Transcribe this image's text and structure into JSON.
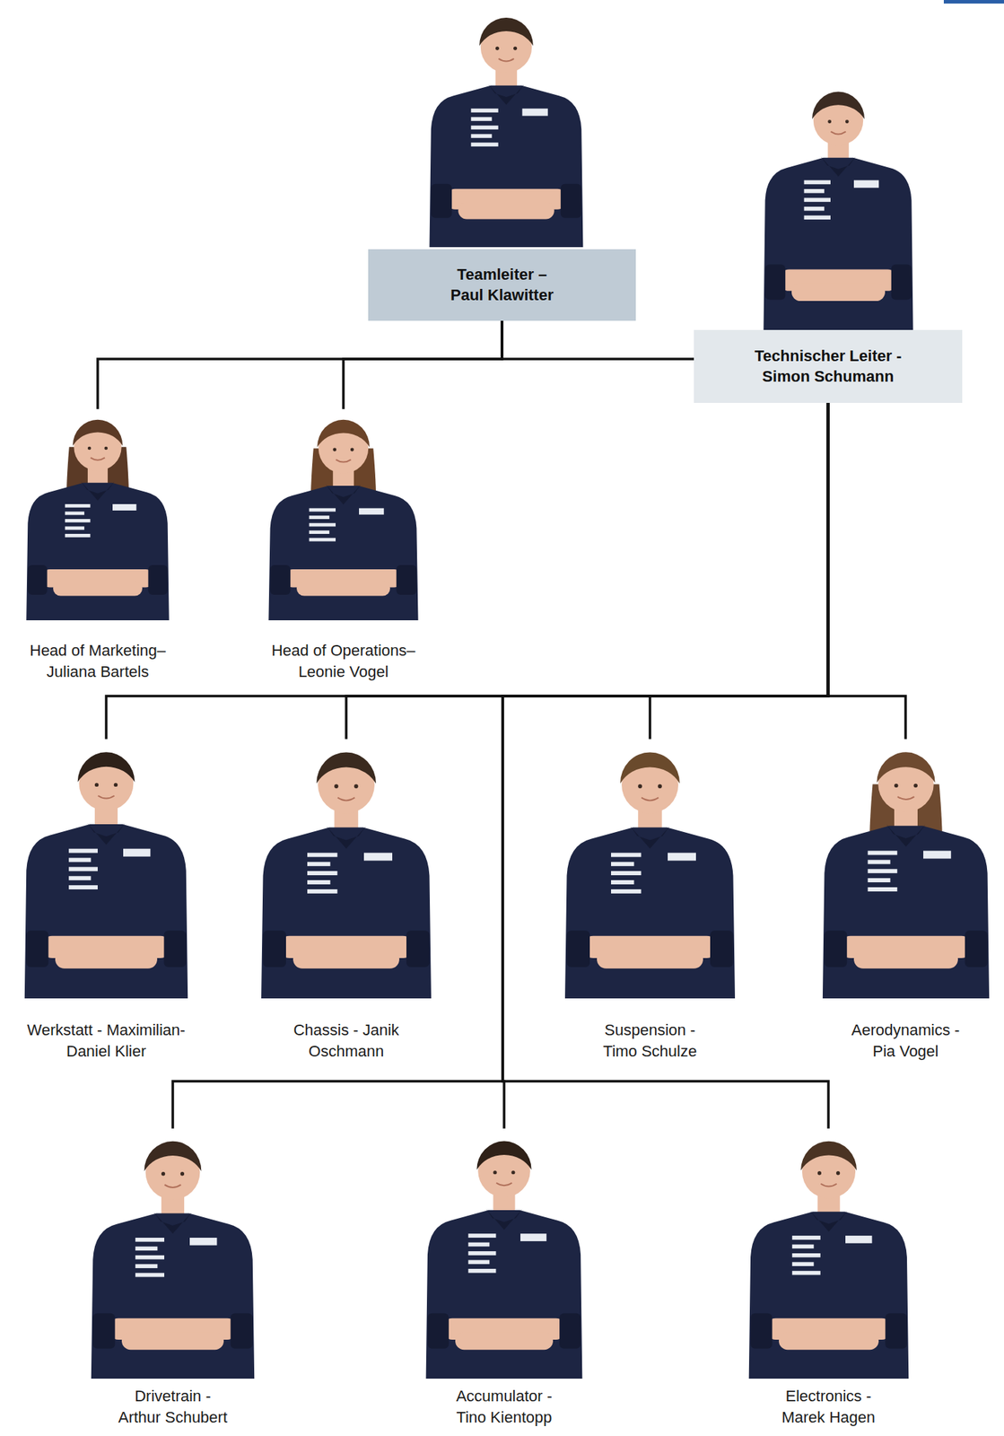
{
  "diagram": {
    "nodes": [
      {
        "text": [
          "Teamleiter – Paul Klawitter"
        ]
      },
      {
        "text": [
          "Technischer Leiter - Simon Schumann"
        ]
      },
      {
        "text": [
          "Head of Marketing– Juliana Bartels"
        ]
      },
      {
        "text": [
          "Head of Operations– Leonie Vogel"
        ]
      },
      {
        "text": [
          "Werkstatt - Maximilian-Daniel Klier"
        ]
      },
      {
        "text": [
          "Chassis - Janik Oschmann"
        ]
      },
      {
        "text": [
          "Suspension - Timo Schulze"
        ]
      },
      {
        "text": [
          "Aerodynamics - Pia Vogel"
        ]
      },
      {
        "text": [
          "Drivetrain - Arthur Schubert"
        ]
      },
      {
        "text": [
          "Accumulator - Tino Kientopp"
        ]
      },
      {
        "text": [
          "Electronics - Marek Hagen"
        ]
      }
    ],
    "edges": [
      {
        "from": 0,
        "to": 2,
        "arrow": "none"
      },
      {
        "from": 0,
        "to": 3,
        "arrow": "none"
      },
      {
        "from": 0,
        "to": 1,
        "arrow": "none"
      },
      {
        "from": 1,
        "to": 4,
        "arrow": "none"
      },
      {
        "from": 1,
        "to": 5,
        "arrow": "none"
      },
      {
        "from": 1,
        "to": 6,
        "arrow": "none"
      },
      {
        "from": 1,
        "to": 7,
        "arrow": "none"
      },
      {
        "from": 1,
        "to": 8,
        "arrow": "none"
      },
      {
        "from": 1,
        "to": 9,
        "arrow": "none"
      },
      {
        "from": 1,
        "to": 10,
        "arrow": "none"
      }
    ]
  }
}
